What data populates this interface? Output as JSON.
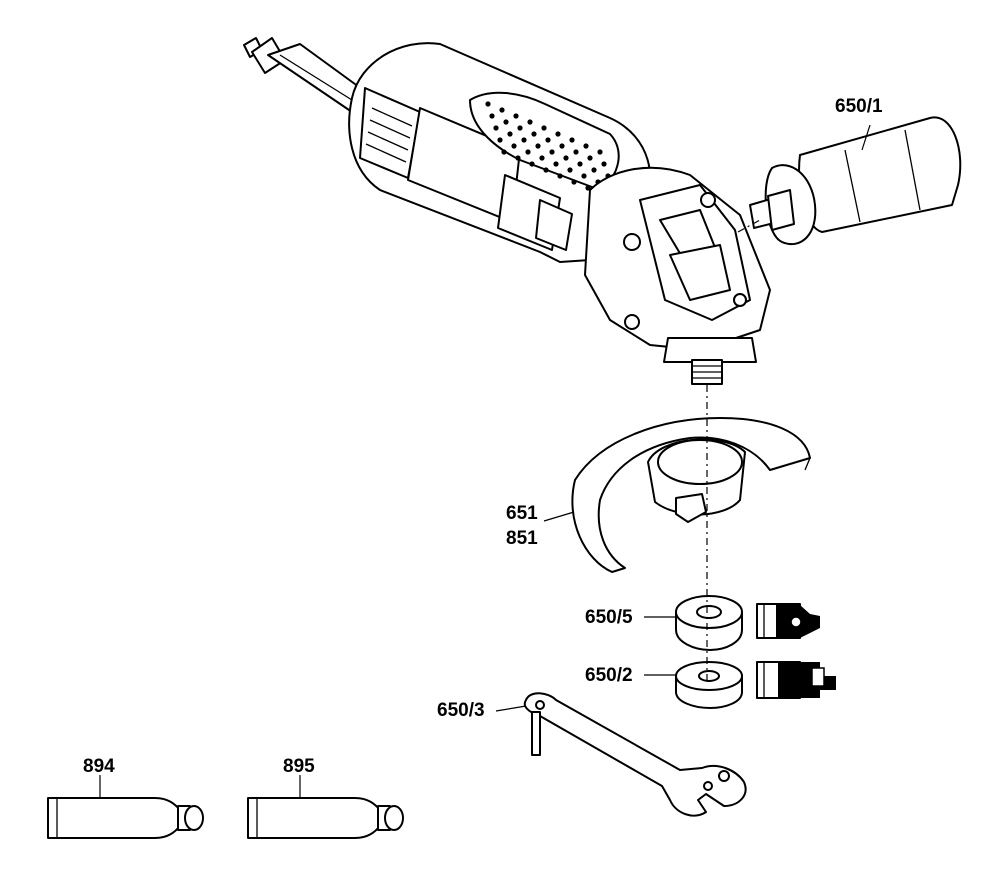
{
  "callouts": {
    "side_handle": "650/1",
    "guard_a": "651",
    "guard_b": "851",
    "clamping_nut": "650/5",
    "flange": "650/2",
    "spanner": "650/3",
    "tube_a": "894",
    "tube_b": "895"
  }
}
